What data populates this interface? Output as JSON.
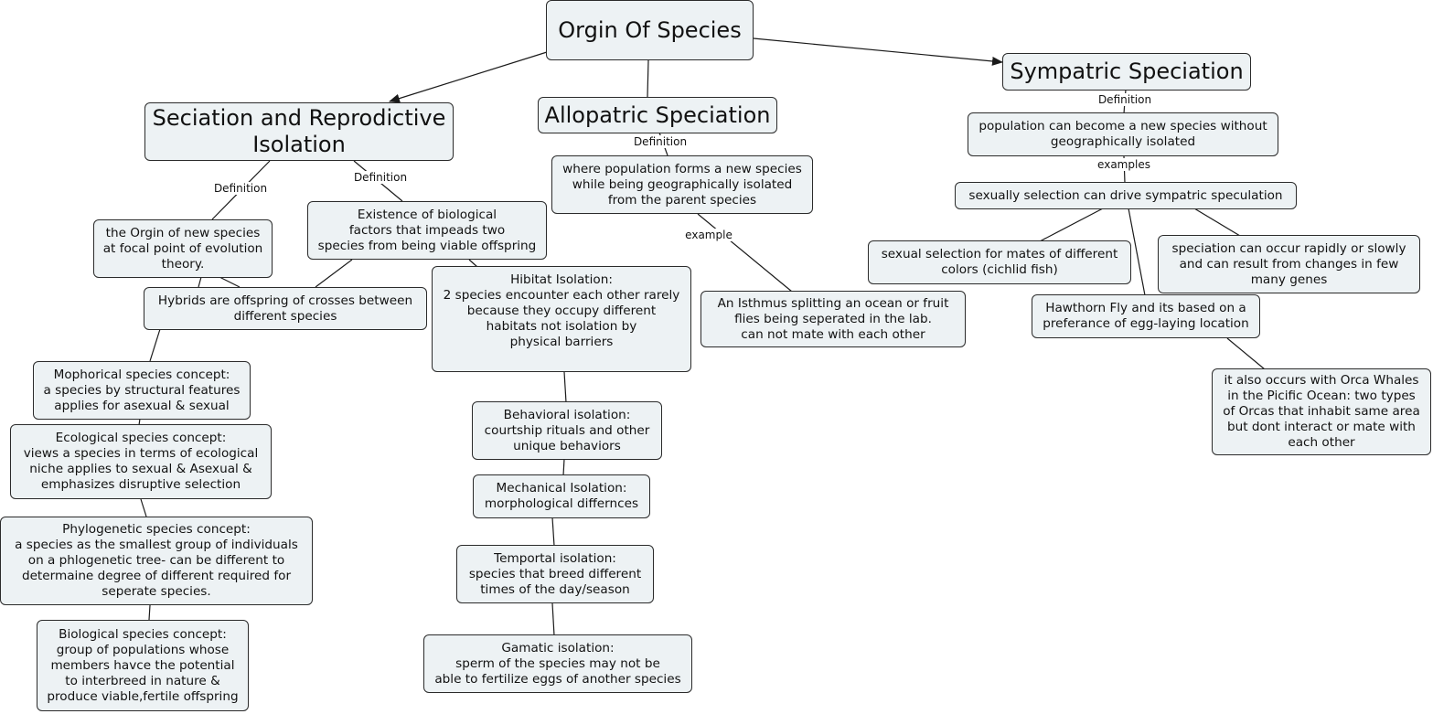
{
  "nodes": {
    "origin": "Orgin Of Species",
    "seciation": "Seciation and Reprodictive\nIsolation",
    "allopatric": "Allopatric Speciation",
    "sympatric": "Sympatric Speciation",
    "orgin_new": "the Orgin of new species\nat focal point of evolution\ntheory.",
    "biological_factors": "Existence of biological\nfactors that impeads two\nspecies from being viable offspring",
    "hybrids": "Hybrids are offspring of crosses between\ndifferent species",
    "mophorical": "Mophorical species concept:\na species by structural features\napplies for asexual & sexual",
    "ecological": "Ecological species concept:\nviews a species in terms of ecological\nniche applies to sexual & Asexual &\nemphasizes disruptive selection",
    "phylogenetic": "Phylogenetic species concept:\na species as the smallest group of individuals\non a phlogenetic tree- can be different to\ndetermaine degree of different required for\nseperate species.",
    "biological_concept": "Biological species concept:\ngroup of populations whose\nmembers havce the potential\nto interbreed in nature &\nproduce viable,fertile offspring",
    "habitat": "Hibitat Isolation:\n2 species encounter each other rarely\nbecause they occupy different\nhabitats not isolation by\nphysical barriers",
    "behavioral": "Behavioral isolation:\ncourtship rituals and other\nunique behaviors",
    "mechanical": "Mechanical Isolation:\nmorphological differnces",
    "temporal": "Temportal isolation:\nspecies that breed different\ntimes of the day/season",
    "gamatic": "Gamatic isolation:\nsperm of the species may not be\nable to fertilize eggs of another species",
    "allo_def": "where population forms a new species\nwhile being geographically isolated\nfrom the parent species",
    "isthmus": "An Isthmus splitting an ocean or fruit\nflies being seperated in the lab.\ncan not mate with each other",
    "sym_def": "population can become a new species without\ngeographically isolated",
    "sexual_selection": "sexually selection can drive sympatric speculation",
    "cichlid": "sexual selection for mates of different\ncolors (cichlid fish)",
    "rapid": "speciation can occur rapidly or slowly\nand can result from changes in few\nmany genes",
    "hawthorn": "Hawthorn Fly and its based on a\npreferance of egg-laying location",
    "orca": "it also occurs with Orca Whales\nin the Picific Ocean: two types\nof Orcas that inhabit same area\nbut dont interact or mate with\neach other"
  },
  "link_labels": {
    "sec_def_left": "Definition",
    "sec_def_right": "Definition",
    "allo_def": "Definition",
    "allo_example": "example",
    "sym_def": "Definition",
    "sym_examples": "examples"
  },
  "colors": {
    "node_fill": "#edf2f4",
    "border": "#2b2b2b",
    "line": "#1a1a1a"
  }
}
